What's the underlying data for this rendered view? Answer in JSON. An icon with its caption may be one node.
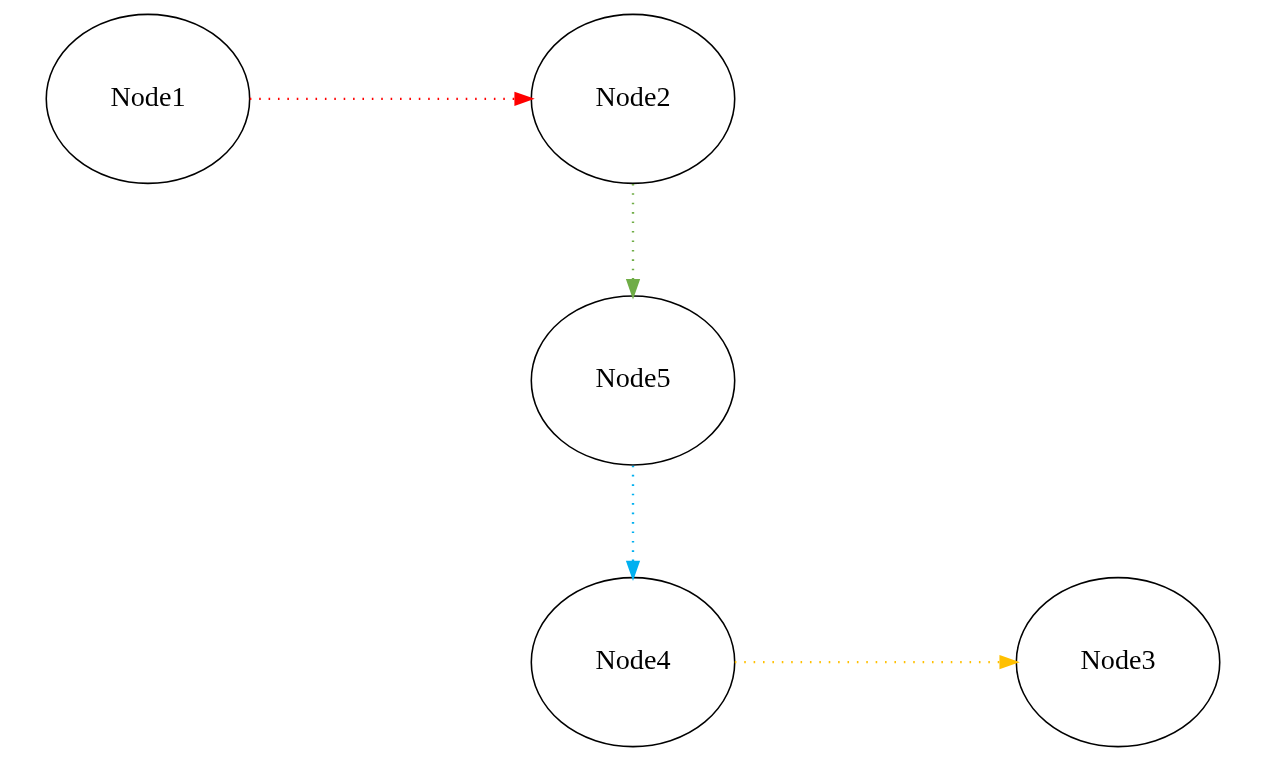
{
  "diagram": {
    "nodes": [
      {
        "text": [
          "Node1"
        ]
      },
      {
        "text": [
          "Node2"
        ]
      },
      {
        "text": [
          "Node5"
        ]
      },
      {
        "text": [
          "Node3"
        ]
      },
      {
        "text": [
          "Node4"
        ]
      }
    ],
    "edges": [
      {
        "from": 0,
        "to": 1,
        "arrow": "to",
        "color": "#ff0000"
      },
      {
        "from": 1,
        "to": 2,
        "arrow": "to",
        "color": "#70ad47"
      },
      {
        "from": 2,
        "to": 4,
        "arrow": "to",
        "color": "#00b0f0"
      },
      {
        "from": 4,
        "to": 3,
        "arrow": "to",
        "color": "#ffc000"
      }
    ]
  }
}
